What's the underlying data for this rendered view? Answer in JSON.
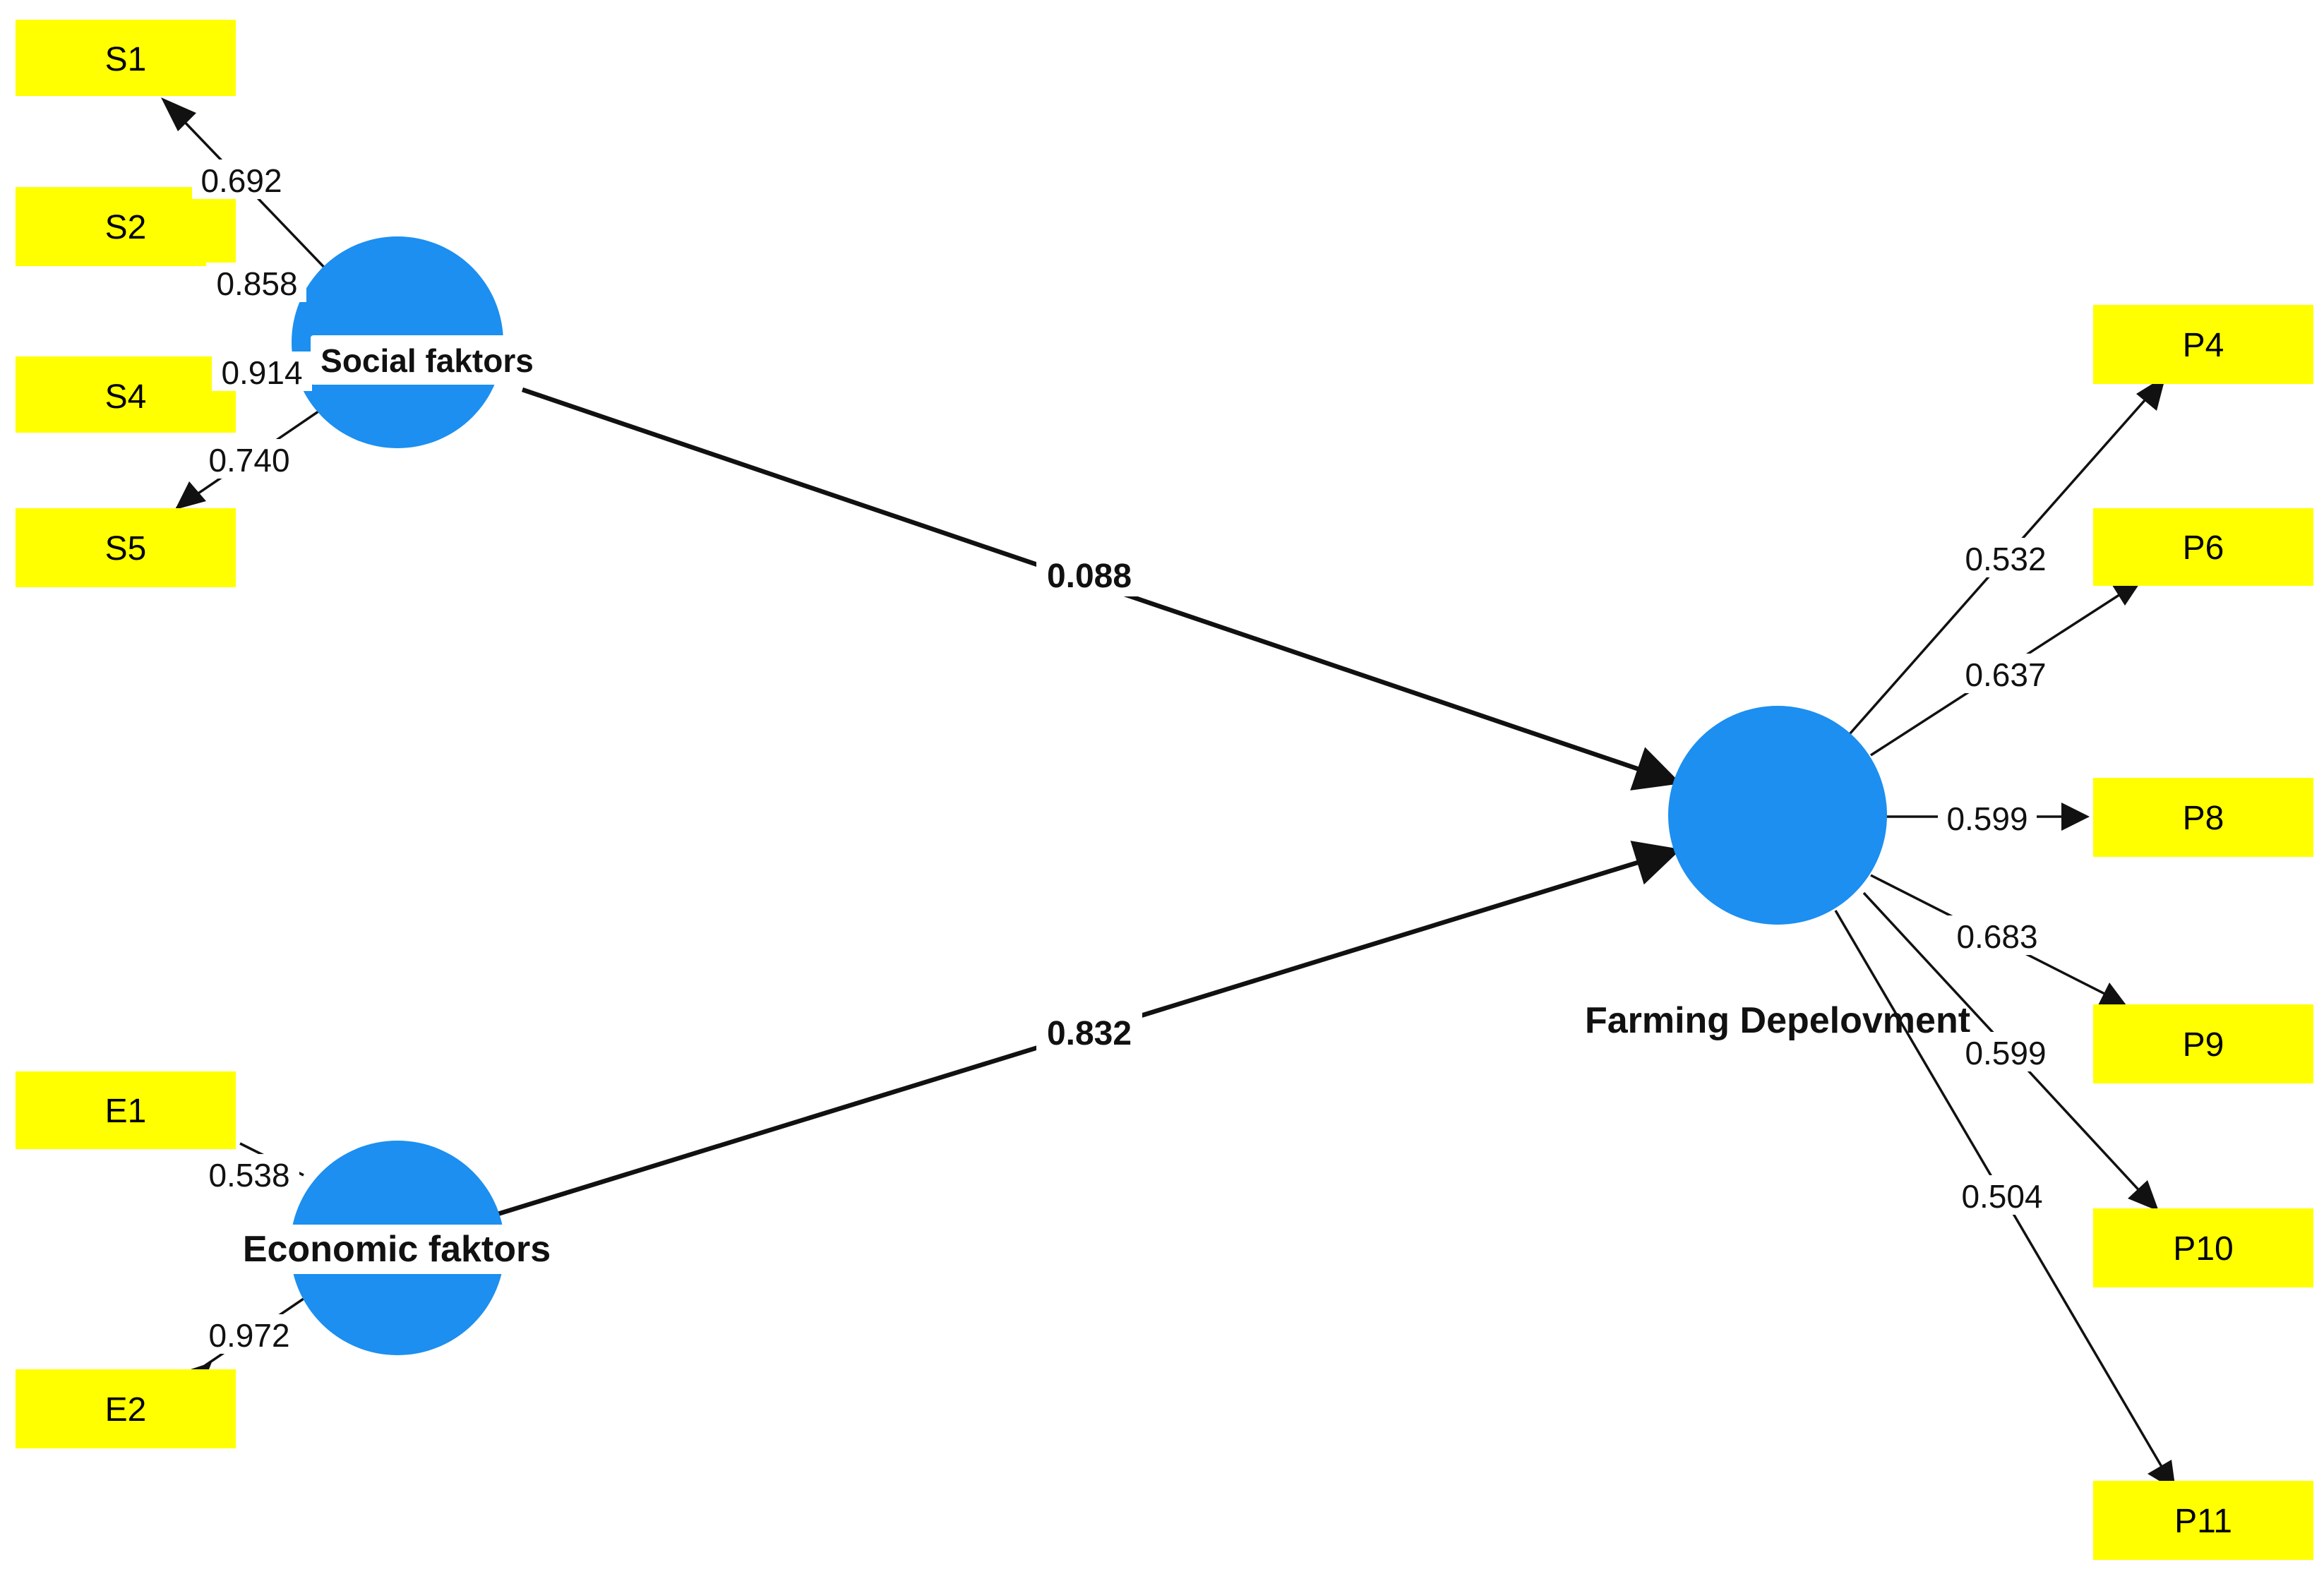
{
  "colors": {
    "indicator_fill": "#ffff00",
    "latent_fill": "#1c8ff0",
    "edge": "#111111",
    "background": "#ffffff"
  },
  "latents": {
    "social": {
      "label": "Social faktors"
    },
    "economic": {
      "label": "Economic faktors"
    },
    "farming": {
      "label": "Farming Depelovment"
    }
  },
  "indicators": {
    "s1": "S1",
    "s2": "S2",
    "s4": "S4",
    "s5": "S5",
    "e1": "E1",
    "e2": "E2",
    "p4": "P4",
    "p6": "P6",
    "p8": "P8",
    "p9": "P9",
    "p10": "P10",
    "p11": "P11"
  },
  "loadings": {
    "s1": "0.692",
    "s2": "0.858",
    "s4": "0.914",
    "s5": "0.740",
    "e1": "0.538",
    "e2": "0.972",
    "p4": "0.532",
    "p6": "0.637",
    "p8": "0.599",
    "p9": "0.683",
    "p10": "0.599",
    "p11": "0.504"
  },
  "paths": {
    "social_to_farming": "0.088",
    "economic_to_farming": "0.832"
  }
}
